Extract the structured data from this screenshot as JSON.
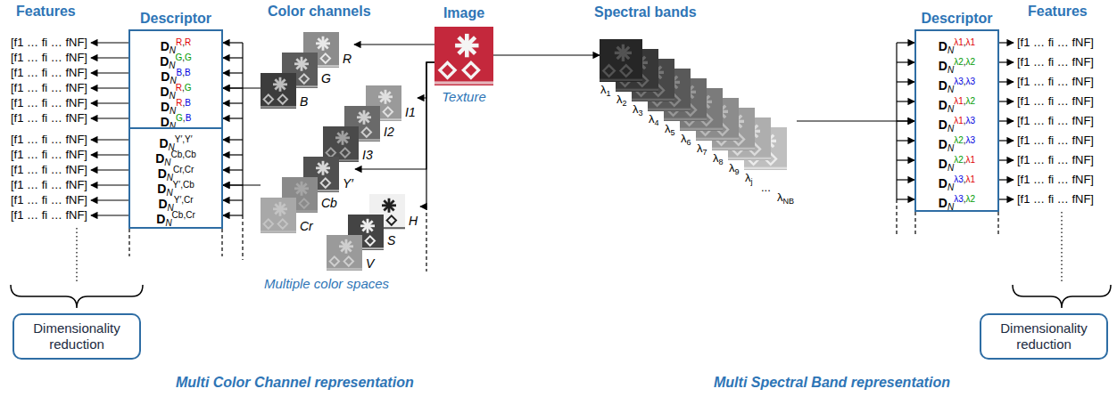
{
  "diagram": {
    "nodes": [
      {
        "text": [
          "Descriptor",
          "DNR,R",
          "DNG,G",
          "DNB,B",
          "DNR,G",
          "DNR,B",
          "DNG,B"
        ]
      },
      {
        "text": [
          "DNY′,Y′",
          "DNCb,Cb",
          "DNCr,Cr",
          "DNY′,Cb",
          "DNY′,Cr",
          "DNCb,Cr"
        ]
      },
      {
        "text": [
          "R",
          "G",
          "B"
        ]
      },
      {
        "text": [
          "I1",
          "I2",
          "I3"
        ]
      },
      {
        "text": [
          "Y′",
          "Cb",
          "Cr"
        ]
      },
      {
        "text": [
          "H",
          "S",
          "V"
        ]
      },
      {
        "text": [
          "Image",
          "Texture"
        ]
      },
      {
        "text": [
          "Spectral bands",
          "λ1",
          "λ2",
          "λ3",
          "λ4",
          "λ5",
          "λ6",
          "λ7",
          "λ8",
          "λ9",
          "λj",
          "...",
          "λNB"
        ]
      },
      {
        "text": [
          "Descriptor",
          "DNλ1,λ1",
          "DNλ2,λ2",
          "DNλ3,λ3",
          "DNλ1,λ2",
          "DNλ1,λ3",
          "DNλ2,λ3",
          "DNλ2,λ1",
          "DNλ3,λ1",
          "DNλ3,λ2"
        ]
      },
      {
        "text": [
          "Dimensionality reduction"
        ]
      },
      {
        "text": [
          "Dimensionality reduction"
        ]
      }
    ],
    "edges": [
      {
        "from": 6,
        "to": 2,
        "arrow": "to"
      },
      {
        "from": 6,
        "to": 3,
        "arrow": "to"
      },
      {
        "from": 6,
        "to": 4,
        "arrow": "to"
      },
      {
        "from": 6,
        "to": 5,
        "arrow": "to"
      },
      {
        "from": 6,
        "to": 7,
        "arrow": "to"
      },
      {
        "from": 2,
        "to": 0,
        "arrow": "to"
      },
      {
        "from": 4,
        "to": 1,
        "arrow": "to"
      },
      {
        "from": 7,
        "to": 8,
        "arrow": "to"
      }
    ],
    "labels": [
      "Features",
      "Color channels",
      "Multiple color spaces",
      "Features",
      "[f1 … fi … fNF]",
      "[f1 … fi … fNF]",
      "[f1 … fi … fNF]",
      "[f1 … fi … fNF]",
      "[f1 … fi … fNF]",
      "[f1 … fi … fNF]",
      "[f1 … fi … fNF]",
      "[f1 … fi … fNF]",
      "[f1 … fi … fNF]",
      "[f1 … fi … fNF]",
      "[f1 … fi … fNF]",
      "[f1 … fi … fNF]",
      "[f1 … fi … fNF]",
      "[f1 … fi … fNF]",
      "[f1 … fi … fNF]",
      "[f1 … fi … fNF]",
      "[f1 … fi … fNF]",
      "[f1 … fi … fNF]",
      "[f1 … fi … fNF]",
      "[f1 … fi … fNF]",
      "[f1 … fi … fNF]",
      "Multi Color Channel representation",
      "Multi Spectral Band representation"
    ]
  }
}
